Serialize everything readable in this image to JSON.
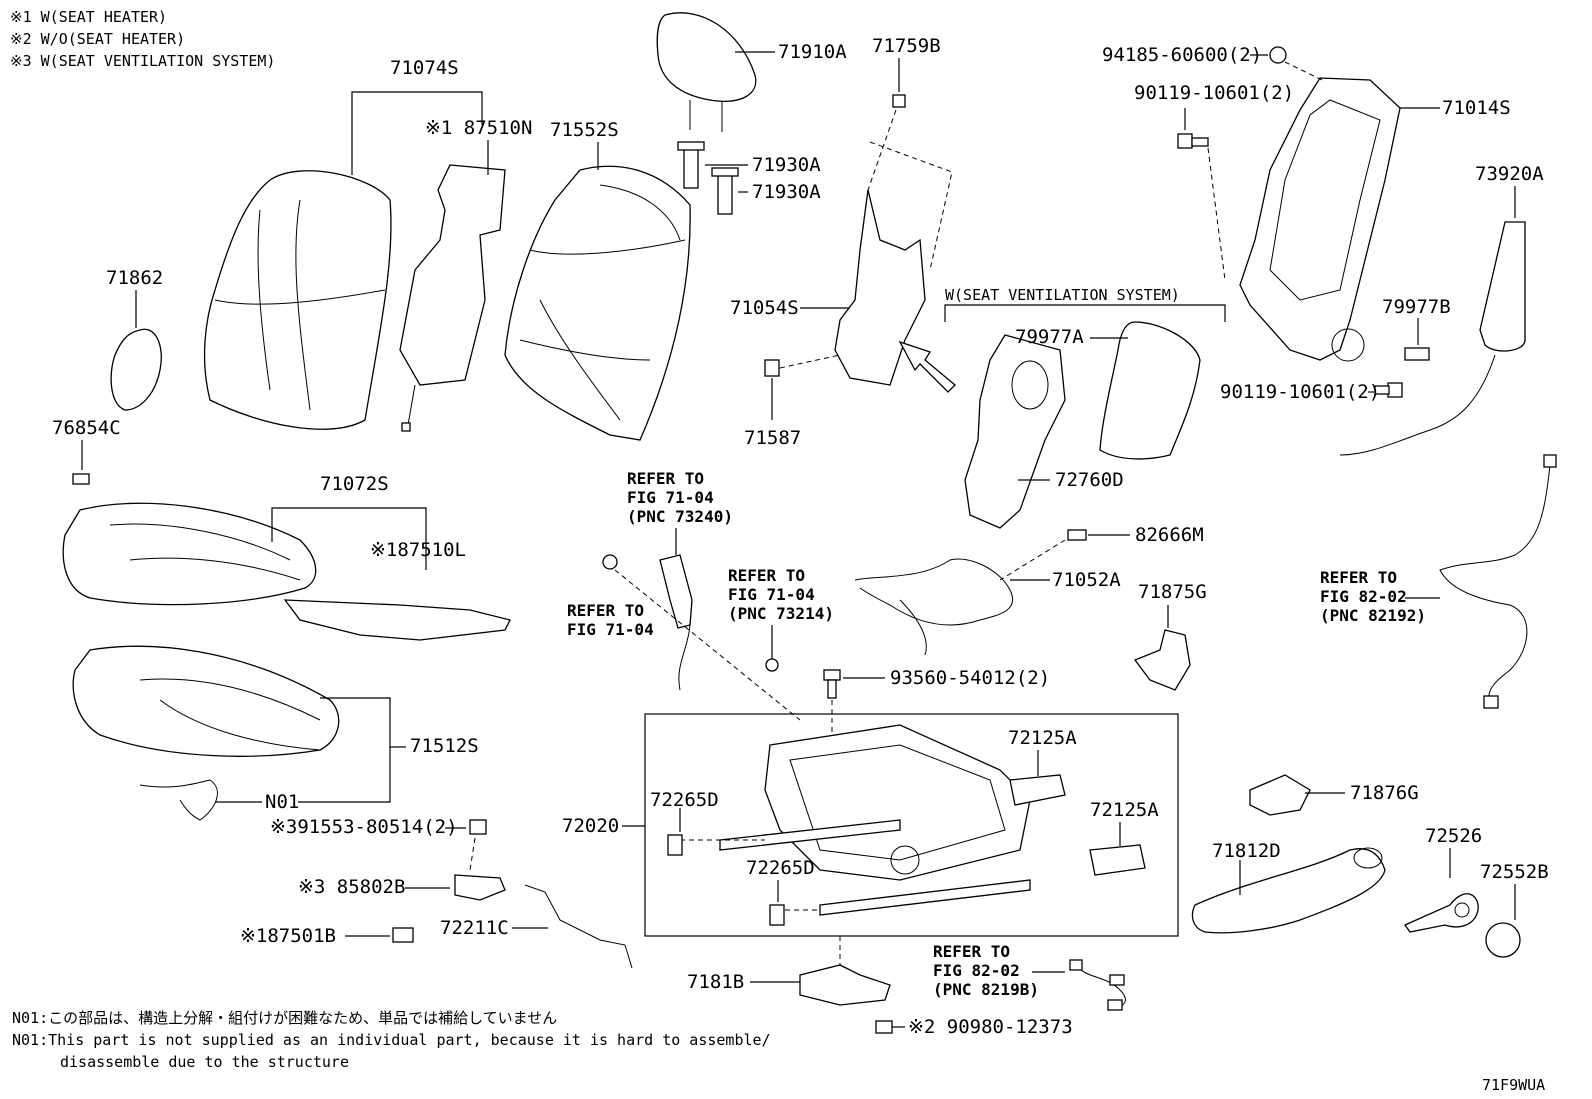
{
  "notes": {
    "note1": "※1 W(SEAT HEATER)",
    "note2": "※2 W/O(SEAT HEATER)",
    "note3": "※3 W(SEAT VENTILATION SYSTEM)"
  },
  "labels": {
    "p71074S": "71074S",
    "p87510N": "※1 87510N",
    "p71552S": "71552S",
    "p71910A": "71910A",
    "p71759B": "71759B",
    "p71930A_1": "71930A",
    "p71930A_2": "71930A",
    "p94185": "94185-60600(2)",
    "p90119_top": "90119-10601(2)",
    "p71014S": "71014S",
    "p73920A": "73920A",
    "p71862": "71862",
    "p76854C": "76854C",
    "p71054S": "71054S",
    "p71587": "71587",
    "p79977A": "79977A",
    "p79977B": "79977B",
    "p90119_bot": "90119-10601(2)",
    "p72760D": "72760D",
    "p71072S": "71072S",
    "p87510L": "※187510L",
    "p82666M": "82666M",
    "p71052A": "71052A",
    "p71875G": "71875G",
    "p93560": "93560-54012(2)",
    "p71512S": "71512S",
    "pN01": "N01",
    "p91553": "※391553-80514(2)",
    "p85802B": "※3 85802B",
    "p87501B": "※187501B",
    "p72211C": "72211C",
    "p72020": "72020",
    "p72265D_1": "72265D",
    "p72265D_2": "72265D",
    "p72125A_1": "72125A",
    "p72125A_2": "72125A",
    "p7181B": "7181B",
    "p90980": "※2 90980-12373",
    "p71876G": "71876G",
    "p71812D": "71812D",
    "p72526": "72526",
    "p72552B": "72552B"
  },
  "refs": {
    "ref_7104_73240": [
      "REFER TO",
      "FIG 71-04",
      "(PNC 73240)"
    ],
    "ref_7104": [
      "REFER TO",
      "FIG 71-04"
    ],
    "ref_7104_73214": [
      "REFER TO",
      "FIG 71-04",
      "(PNC 73214)"
    ],
    "ref_8202_82192": [
      "REFER TO",
      "FIG 82-02",
      "(PNC 82192)"
    ],
    "ref_8202_8219B": [
      "REFER TO",
      "FIG 82-02",
      "(PNC 8219B)"
    ]
  },
  "ventilation_group": "W(SEAT VENTILATION SYSTEM)",
  "footer": {
    "n01_jp": "N01:この部品は、構造上分解・組付けが困難なため、単品では補給していません",
    "n01_en_1": "N01:This part is not supplied as an individual part,  because it is hard to assemble/",
    "n01_en_2": "disassemble due to the structure",
    "code": "71F9WUA"
  }
}
